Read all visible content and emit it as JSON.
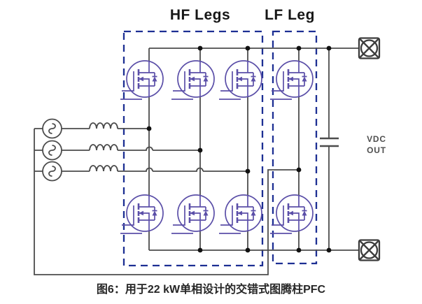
{
  "figure": {
    "region_labels": {
      "hf": "HF Legs",
      "lf": "LF Leg"
    },
    "output_label": {
      "line1": "VDC",
      "line2": "OUT"
    },
    "caption": "图6：用于22 kW单相设计的交错式图腾柱PFC"
  },
  "schematic": {
    "type": "circuit-diagram",
    "described_in_caption": "interleaved totem-pole PFC, 22 kW single-phase design",
    "hf_legs": 3,
    "lf_legs": 1,
    "mosfets": 8,
    "ac_sources": 3,
    "boost_inductors": 3,
    "dc_link_capacitors": 1,
    "output_terminals": 2
  },
  "colors": {
    "background": "#ffffff",
    "wire": "#4c4c4c",
    "junction_dot": "#111111",
    "mosfet": "#5b4fa8",
    "dashed_box": "#1d2f93",
    "terminal": "#3c3c3c",
    "heading_text": "#161616",
    "vdc_text": "#4f4f4f",
    "caption_text": "#262626"
  }
}
